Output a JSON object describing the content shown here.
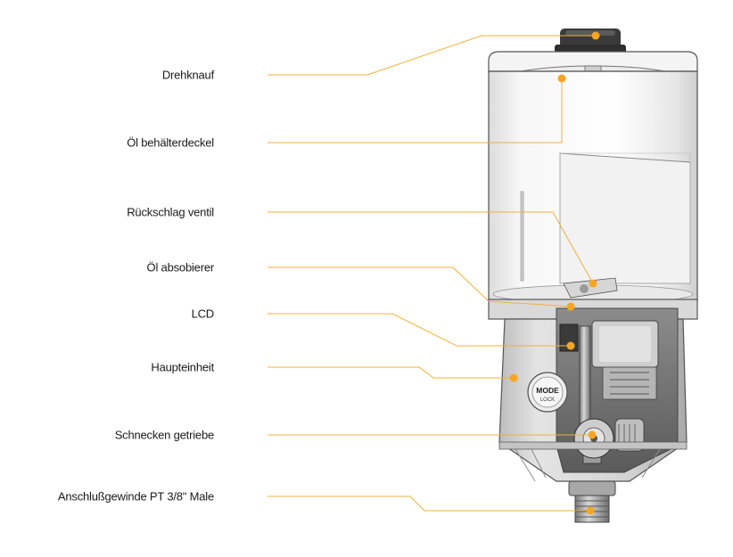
{
  "labels": [
    {
      "id": "drehknauf",
      "text": "Drehknauf"
    },
    {
      "id": "oel-behaelterdeckel",
      "text": "Öl behälterdeckel"
    },
    {
      "id": "rueckschlag-ventil",
      "text": "Rückschlag ventil"
    },
    {
      "id": "oel-absobierer",
      "text": "Öl absobierer"
    },
    {
      "id": "lcd",
      "text": "LCD"
    },
    {
      "id": "haupteinheit",
      "text": "Haupteinheit"
    },
    {
      "id": "schnecken-getriebe",
      "text": "Schnecken getriebe"
    },
    {
      "id": "anschlussgewinde",
      "text": "Anschlußgewinde PT 3/8\" Male"
    }
  ],
  "device": {
    "mode_button": {
      "line1": "MODE",
      "line2": "LOCK"
    }
  },
  "colors": {
    "leader": "#f0b13a",
    "marker": "#f5a623",
    "outline": "#333333"
  }
}
